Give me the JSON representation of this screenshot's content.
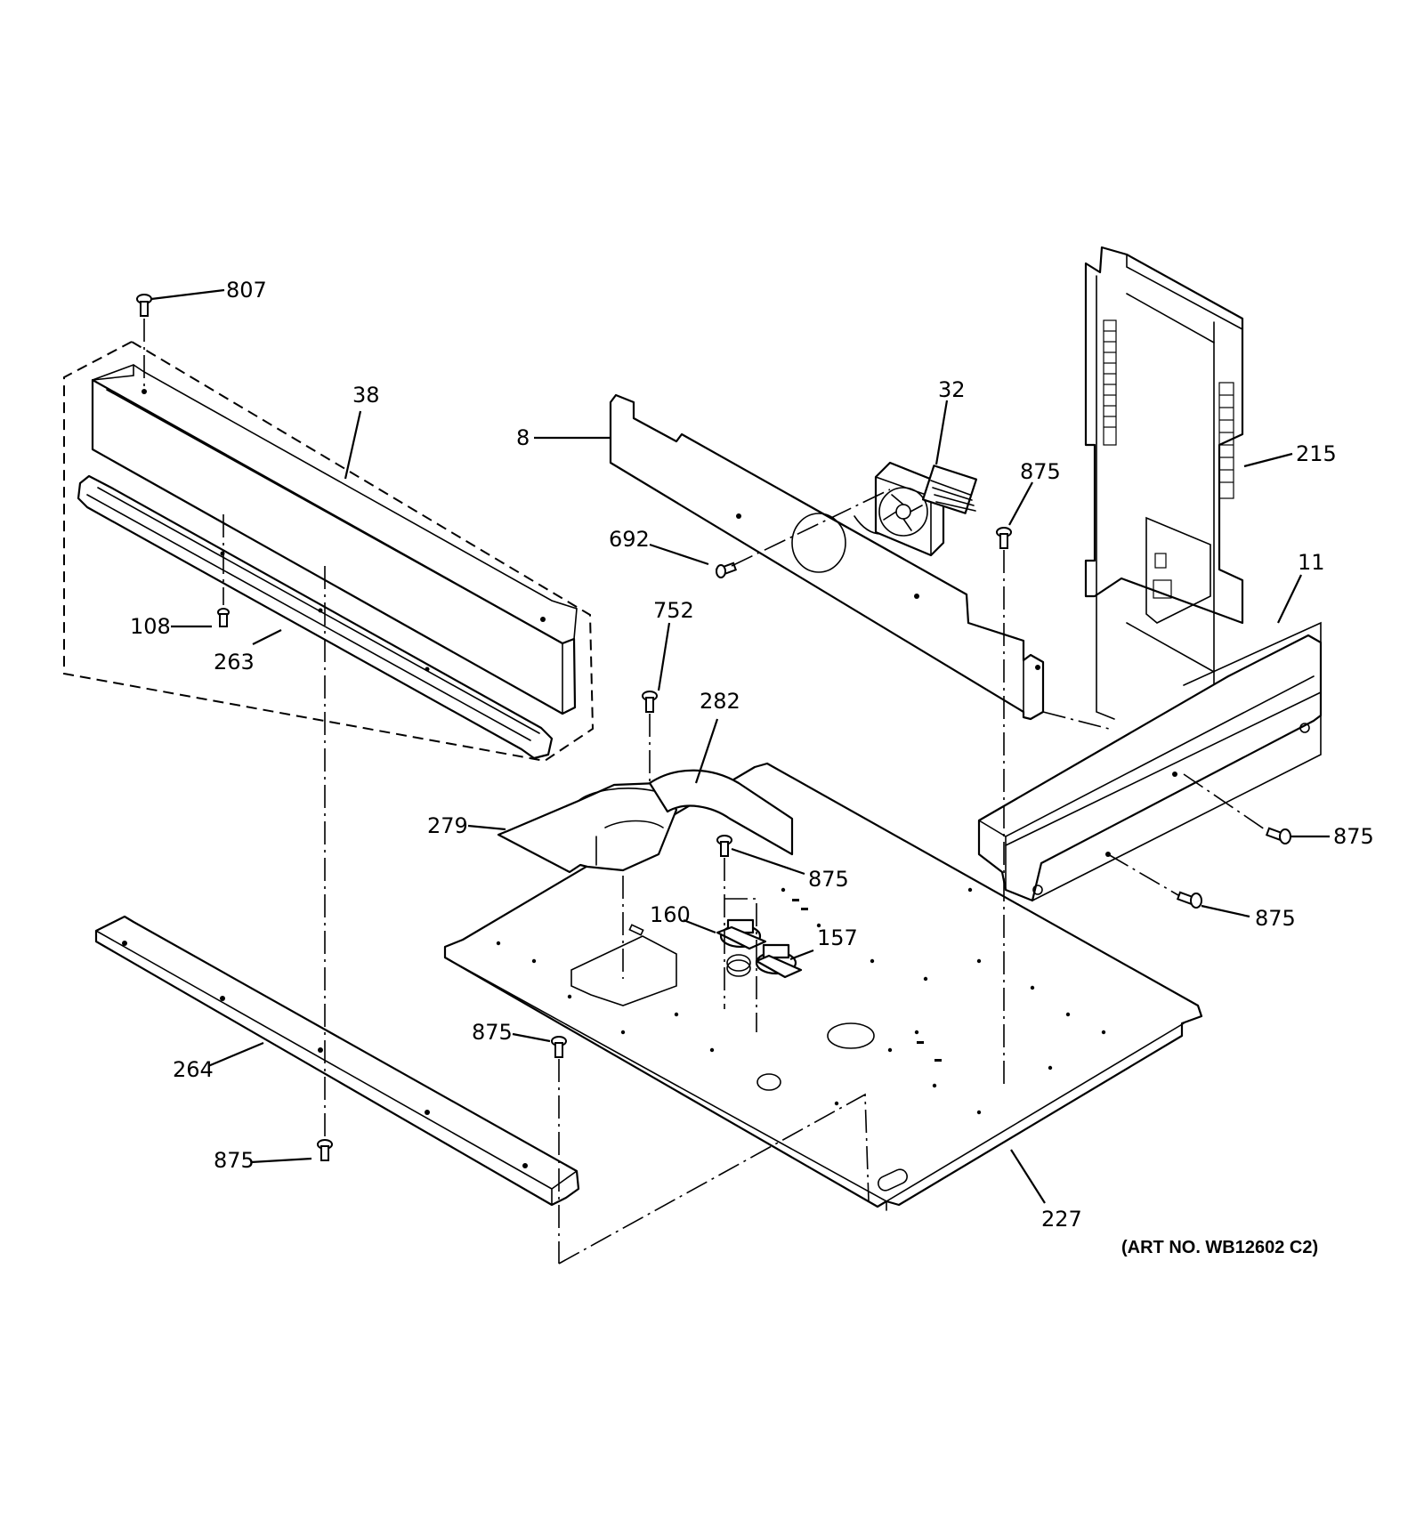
{
  "art_number": "(ART NO. WB12602 C2)",
  "callouts": {
    "c807": "807",
    "c38": "38",
    "c108": "108",
    "c263": "263",
    "c8": "8",
    "c692": "692",
    "c32": "32",
    "c875_fan": "875",
    "c215": "215",
    "c11": "11",
    "c752": "752",
    "c282": "282",
    "c279": "279",
    "c875_mid": "875",
    "c160": "160",
    "c157": "157",
    "c875_right_a": "875",
    "c875_right_b": "875",
    "c264": "264",
    "c875_lower": "875",
    "c875_bottom": "875",
    "c227": "227"
  }
}
